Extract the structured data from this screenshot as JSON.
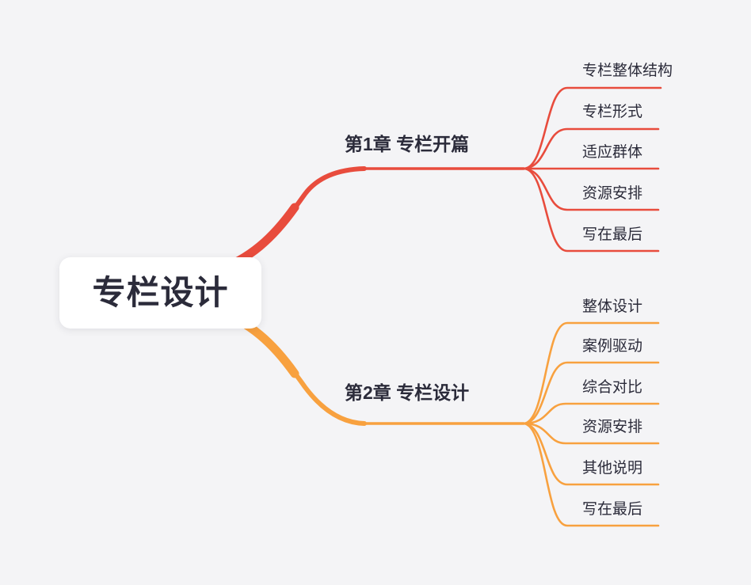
{
  "root": {
    "label": "专栏设计"
  },
  "branches": [
    {
      "label": "第1章 专栏开篇",
      "color": "#e84c3d",
      "children": [
        "专栏整体结构",
        "专栏形式",
        "适应群体",
        "资源安排",
        "写在最后"
      ]
    },
    {
      "label": "第2章 专栏设计",
      "color": "#f8a13f",
      "children": [
        "整体设计",
        "案例驱动",
        "综合对比",
        "资源安排",
        "其他说明",
        "写在最后"
      ]
    }
  ],
  "colors": {
    "background": "#f4f4f6",
    "text": "#2b2b3a",
    "node_background": "#ffffff",
    "branch1": "#e84c3d",
    "branch2": "#f8a13f"
  }
}
